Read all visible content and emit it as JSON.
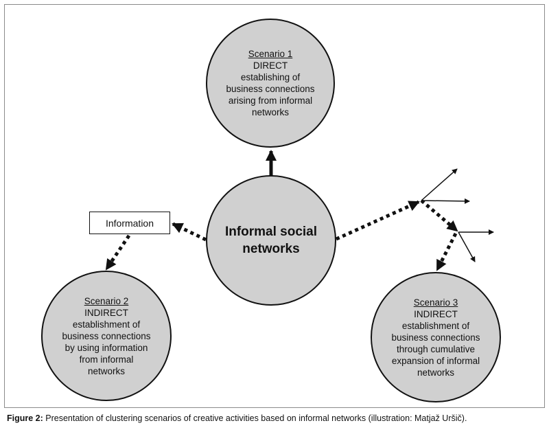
{
  "hub": {
    "lines": [
      "Informal social",
      "networks"
    ]
  },
  "scenario1": {
    "title": "Scenario 1",
    "lines": [
      "DIRECT",
      "establishing of",
      "business connections",
      "arising from informal",
      "networks"
    ]
  },
  "scenario2": {
    "title": "Scenario 2",
    "lines": [
      "INDIRECT",
      "establishment of",
      "business connections",
      "by using information",
      "from informal",
      "networks"
    ]
  },
  "scenario3": {
    "title": "Scenario 3",
    "lines": [
      "INDIRECT",
      "establishment of",
      "business connections",
      "through cumulative",
      "expansion of informal",
      "networks"
    ]
  },
  "information_box": {
    "label": "Information"
  },
  "caption": {
    "label": "Figure 2:",
    "text": " Presentation of clustering scenarios of creative activities based on informal networks (illustration: Matjaž Uršič)."
  }
}
